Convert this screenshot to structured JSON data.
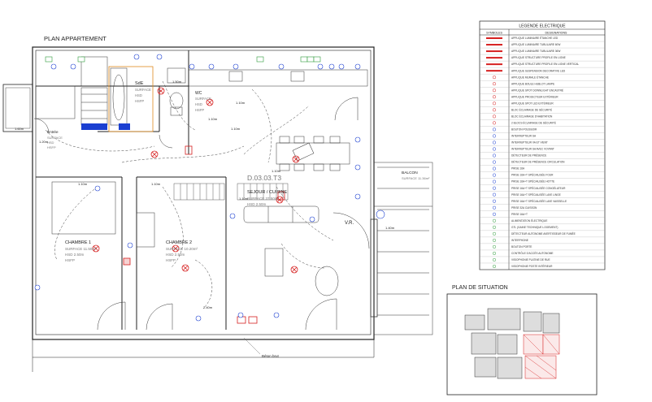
{
  "plan_title": "PLAN APPARTEMENT",
  "situation_title": "PLAN DE SITUATION",
  "apartment_ref": "D.03.03.T3",
  "rooms": [
    {
      "id": "sejour",
      "name": "SEJOUR / CUISINE",
      "lines": [
        "SURFACE  37.50m²",
        "HSD  2.50m"
      ]
    },
    {
      "id": "chambre1",
      "name": "CHAMBRE 1",
      "lines": [
        "SURFACE  11.50m²",
        "HSD  2.50m",
        "HSFP"
      ]
    },
    {
      "id": "chambre2",
      "name": "CHAMBRE 2",
      "lines": [
        "SURFACE  10.20m²",
        "HSD  2.50m",
        "HSFP"
      ]
    },
    {
      "id": "sde",
      "name": "SdE",
      "lines": [
        "SURFACE",
        "HSD",
        "HSFP"
      ]
    },
    {
      "id": "wc",
      "name": "WC",
      "lines": [
        "SURFACE",
        "HSD",
        "HSFP"
      ]
    },
    {
      "id": "entree",
      "name": "Entrée",
      "lines": [
        "SURFACE",
        "HSD",
        "HSFP"
      ]
    }
  ],
  "balcony": {
    "name": "BALCON",
    "surface": "SURFACE  11.36m²"
  },
  "labels": {
    "beton_brut": "Béton brut",
    "vr": "V.R.",
    "hauteurs": [
      "1.60m",
      "1.10m",
      "1.10m",
      "1.10m",
      "1.10m",
      "1.10m",
      "1.10m",
      "1.50m",
      "1.20m",
      "1.10m",
      "2.40m",
      "1.40m"
    ]
  },
  "legend": {
    "title": "LEGENDE ELECTRIQUE",
    "col_symbols": "SYMBOLES",
    "col_designations": "DESIGNATIONS",
    "rows": [
      "APPLIQUE LUMINAIRE ÉTANCHE LED",
      "APPLIQUE LUMINAIRE TUBULAIRE 60W",
      "APPLIQUE LUMINAIRE TUBULAIRE 36W",
      "APPLIQUE STRUCTURE PROFILE EN LIGNE",
      "APPLIQUE STRUCTURE PROFILE EN LIGNE VERTICAL",
      "APPLIQUE SUSPENSION DECORATIVE LED",
      "APPLIQUE MURALE ÉTANCHE",
      "APPLIQUE BOULE HUBLOT LAMPE",
      "APPLIQUE SPOT DOWNLIGHT ENCASTRÉ",
      "APPLIQUE PROJECTEUR EXTÉRIEUR",
      "APPLIQUE SPOT LED EXTÉRIEUR",
      "BLOC ÉCLAIRAGE DE SÉCURITÉ",
      "BLOC ÉCLAIRAGE D'HABITATION",
      "2 BLOCS ÉCLAIRAGE DE SÉCURITÉ",
      "BOUTON POUSSOIR",
      "INTERRUPTEUR SA",
      "INTERRUPTEUR VA ET VIENT",
      "INTERRUPTEUR SA AVEC VOYANT",
      "DÉTECTEUR DE PRÉSENCE",
      "DÉTECTEUR DE PRÉSENCE CIRCULATION",
      "PRISE 16A",
      "PRISE 16A+T SPÉCIALISÉE FOUR",
      "PRISE 16A+T SPÉCIALISÉE HOTTE",
      "PRISE 16A+T SPÉCIALISÉE CONGÉLATEUR",
      "PRISE 16A+T SPÉCIALISÉE LAVE LINGE",
      "PRISE 16A+T SPÉCIALISÉE LAVE VAISSELLE",
      "PRISE 32A CUISSON",
      "PRISE 16A+T",
      "ALIMENTATION ÉLECTRIQUE",
      "GTL (GAINE TECHNIQUE LOGEMENT)",
      "DÉTECTEUR AUTONOME AVERTISSEUR DE FUMÉE",
      "INTERPHONE",
      "BOUTON PORTE",
      "CONTRÔLE D'ACCÈS AUTONOME",
      "VISIOPHONIE PLATINE DE RUE",
      "VISIOPHONIE POSTE INTÉRIEUR"
    ]
  },
  "colors": {
    "line": "#222222",
    "red": "#d62020",
    "blue": "#1b3fd1",
    "green": "#2e9b3a",
    "orange": "#e08a1f",
    "door_dash": "#444444"
  }
}
